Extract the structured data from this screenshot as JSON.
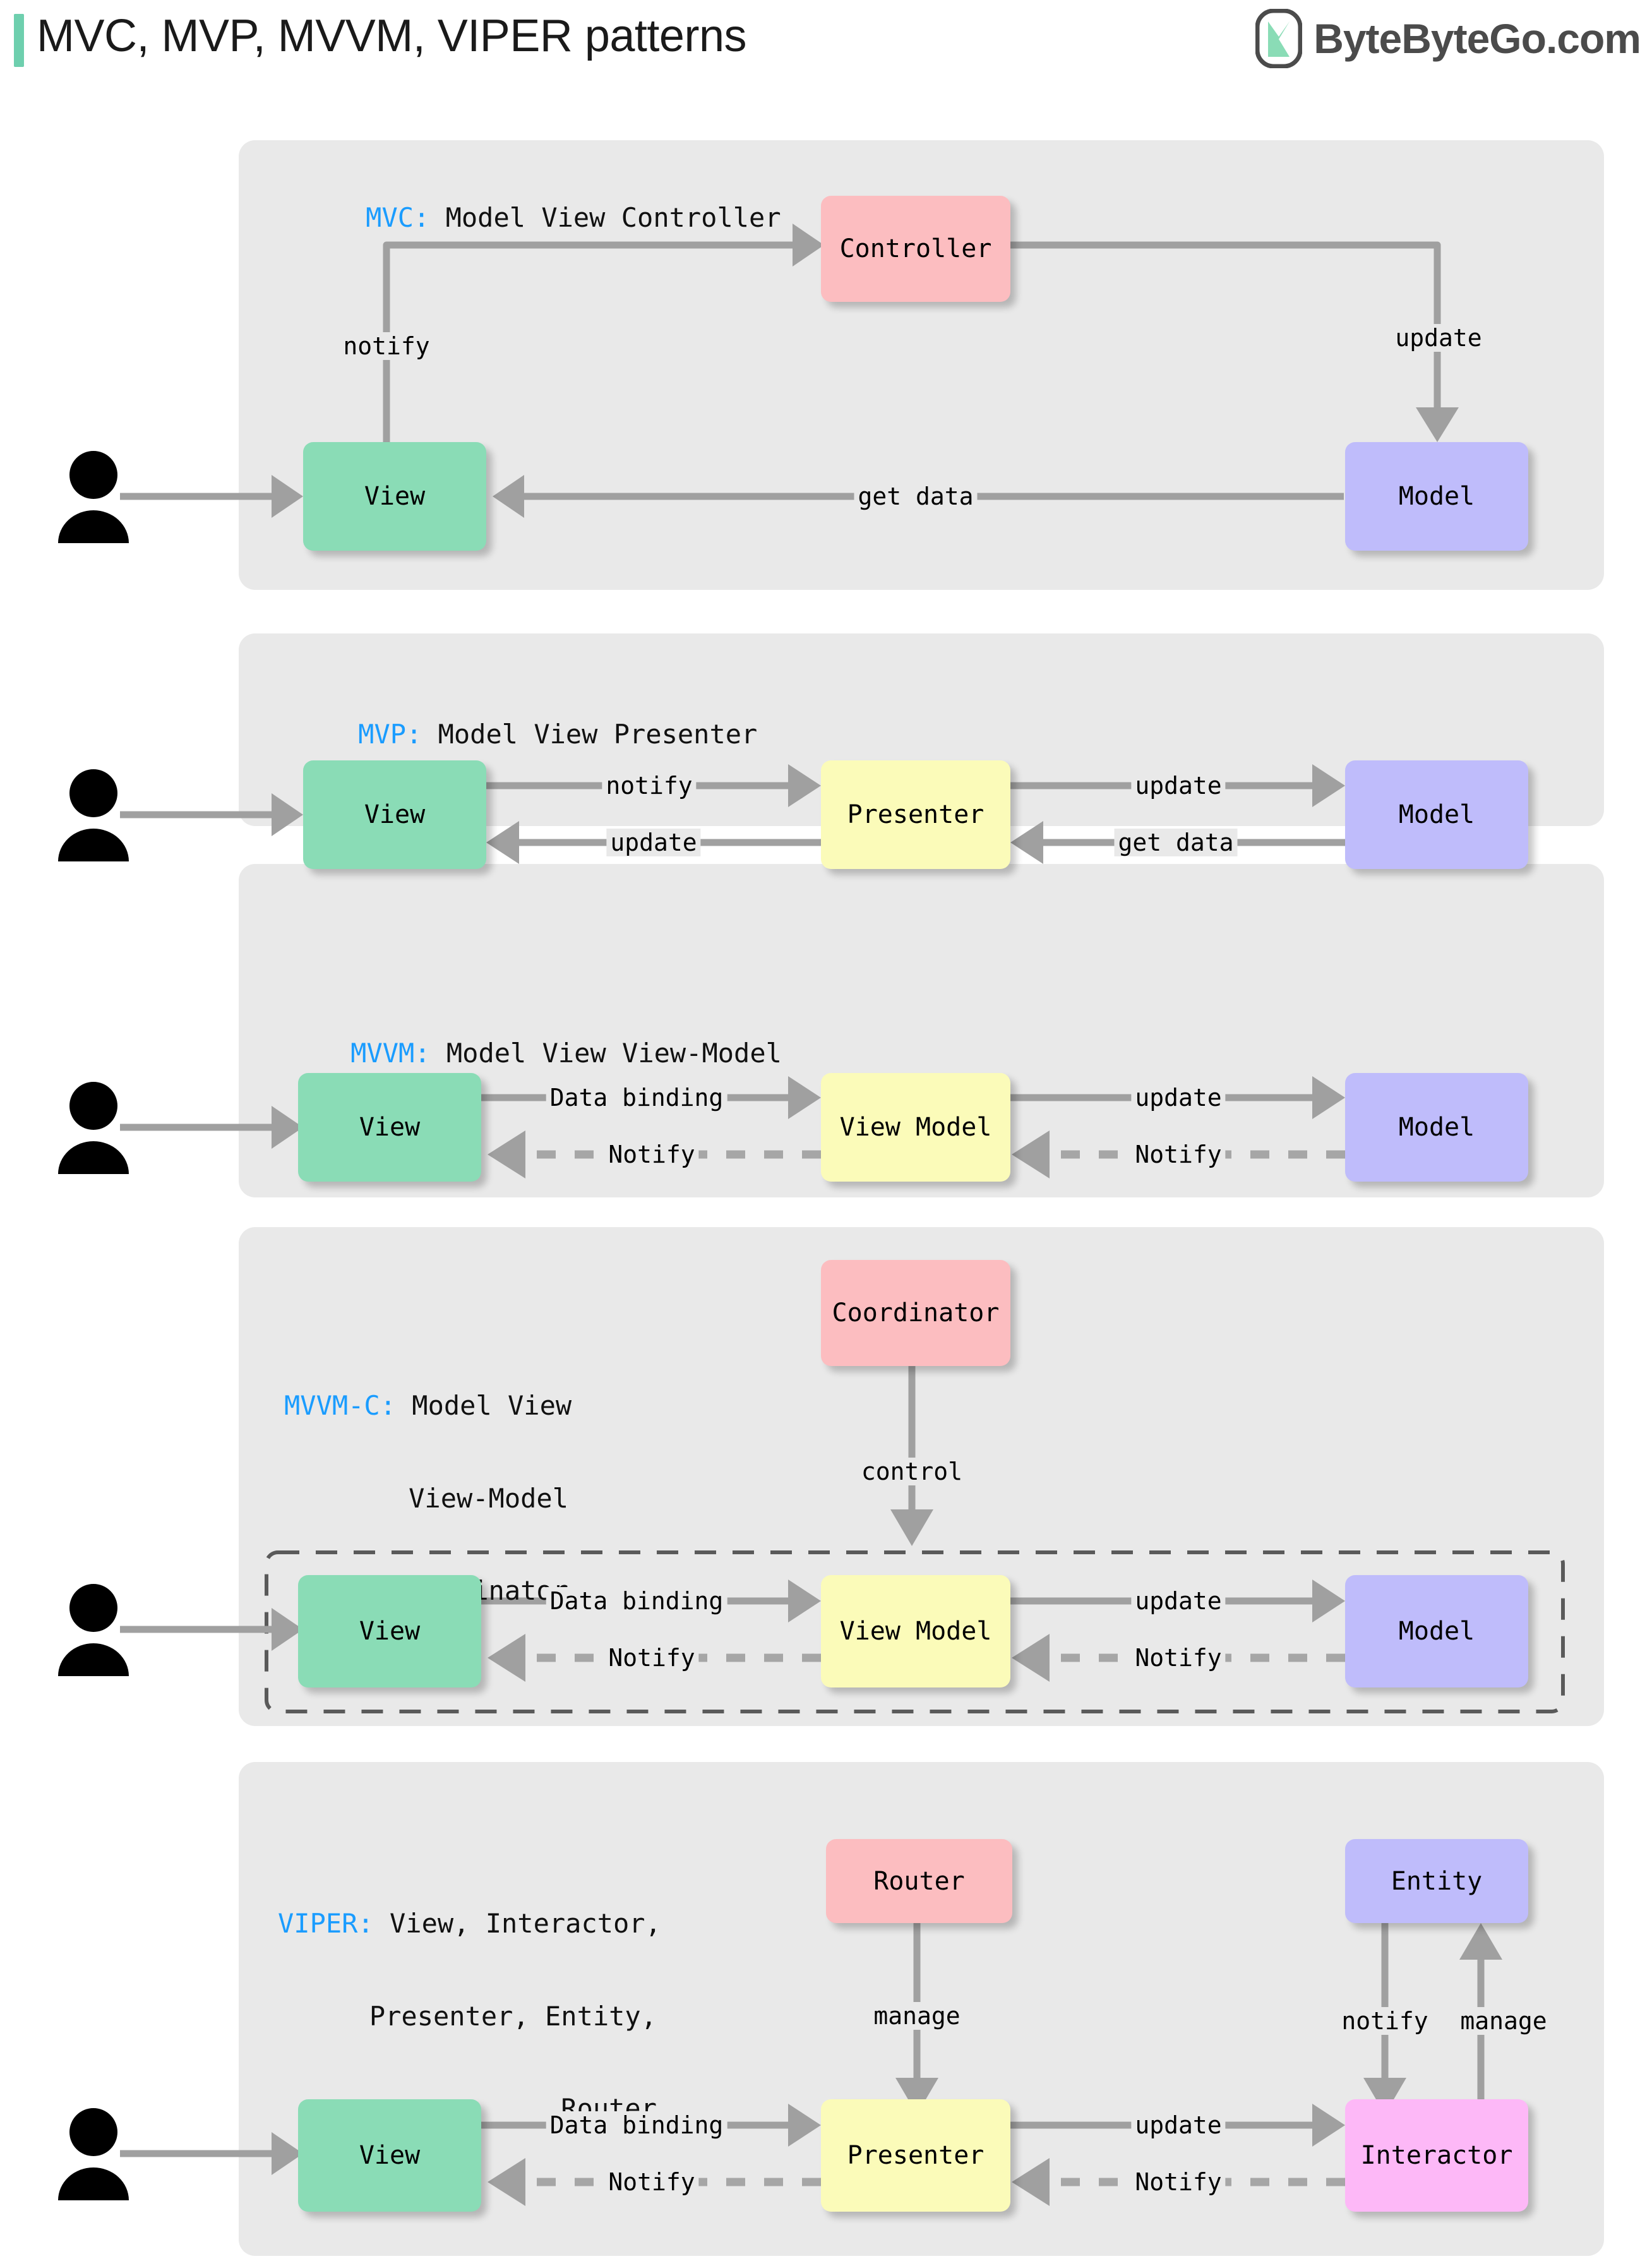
{
  "header": {
    "title": "MVC, MVP, MVVM, VIPER patterns",
    "brand": "ByteByteGo.com",
    "brand_icon": "bytebytego-logo-icon",
    "accent_color": "#6ecfae"
  },
  "palette": {
    "panel_bg": "#e9e9e9",
    "view_green": "#8adcb6",
    "model_purple": "#bfbcfb",
    "controller_pink": "#fcbdc0",
    "presenter_yellow": "#fbfbb9",
    "interactor_magenta": "#fdb8f7",
    "arrow_gray": "#a0a0a0",
    "keyword_blue": "#1a9cff",
    "text_black": "#000000"
  },
  "actor_icon": "person-icon",
  "panels": [
    {
      "id": "mvc",
      "caption_key": "MVC:",
      "caption_rest": " Model View Controller",
      "nodes": [
        {
          "name": "view",
          "label": "View"
        },
        {
          "name": "controller",
          "label": "Controller"
        },
        {
          "name": "model",
          "label": "Model"
        }
      ],
      "edges": [
        {
          "from": "view",
          "to": "controller",
          "label": "notify",
          "style": "solid"
        },
        {
          "from": "controller",
          "to": "model",
          "label": "update",
          "style": "solid"
        },
        {
          "from": "model",
          "to": "view",
          "label": "get data",
          "style": "solid"
        },
        {
          "from": "user",
          "to": "view",
          "label": "",
          "style": "solid"
        }
      ]
    },
    {
      "id": "mvp",
      "caption_key": "MVP:",
      "caption_rest": " Model View Presenter",
      "nodes": [
        {
          "name": "view",
          "label": "View"
        },
        {
          "name": "presenter",
          "label": "Presenter"
        },
        {
          "name": "model",
          "label": "Model"
        }
      ],
      "edges": [
        {
          "from": "view",
          "to": "presenter",
          "label": "notify",
          "style": "solid"
        },
        {
          "from": "presenter",
          "to": "view",
          "label": "update",
          "style": "solid"
        },
        {
          "from": "presenter",
          "to": "model",
          "label": "update",
          "style": "solid"
        },
        {
          "from": "model",
          "to": "presenter",
          "label": "get data",
          "style": "solid"
        },
        {
          "from": "user",
          "to": "view",
          "label": "",
          "style": "solid"
        }
      ]
    },
    {
      "id": "mvvm",
      "caption_key": "MVVM:",
      "caption_rest": " Model View View-Model",
      "nodes": [
        {
          "name": "view",
          "label": "View"
        },
        {
          "name": "view-model",
          "label": "View Model"
        },
        {
          "name": "model",
          "label": "Model"
        }
      ],
      "edges": [
        {
          "from": "view",
          "to": "view-model",
          "label": "Data binding",
          "style": "solid"
        },
        {
          "from": "view-model",
          "to": "view",
          "label": "Notify",
          "style": "dashed"
        },
        {
          "from": "view-model",
          "to": "model",
          "label": "update",
          "style": "solid"
        },
        {
          "from": "model",
          "to": "view-model",
          "label": "Notify",
          "style": "dashed"
        },
        {
          "from": "user",
          "to": "view",
          "label": "",
          "style": "solid"
        }
      ]
    },
    {
      "id": "mvvm-c",
      "caption_key": "MVVM-C:",
      "caption_line1": " Model View",
      "caption_line2": "View-Model",
      "caption_line3": "Coordinator",
      "group_box": "mvvm-group-dashed-box",
      "nodes": [
        {
          "name": "coordinator",
          "label": "Coordinator"
        },
        {
          "name": "view",
          "label": "View"
        },
        {
          "name": "view-model",
          "label": "View Model"
        },
        {
          "name": "model",
          "label": "Model"
        }
      ],
      "edges": [
        {
          "from": "coordinator",
          "to": "view-model",
          "label": "control",
          "style": "solid"
        },
        {
          "from": "view",
          "to": "view-model",
          "label": "Data binding",
          "style": "solid"
        },
        {
          "from": "view-model",
          "to": "view",
          "label": "Notify",
          "style": "dashed"
        },
        {
          "from": "view-model",
          "to": "model",
          "label": "update",
          "style": "solid"
        },
        {
          "from": "model",
          "to": "view-model",
          "label": "Notify",
          "style": "dashed"
        },
        {
          "from": "user",
          "to": "view",
          "label": "",
          "style": "solid"
        }
      ]
    },
    {
      "id": "viper",
      "caption_key": "VIPER:",
      "caption_line1": " View, Interactor,",
      "caption_line2": "Presenter, Entity,",
      "caption_line3": "Router",
      "nodes": [
        {
          "name": "router",
          "label": "Router"
        },
        {
          "name": "entity",
          "label": "Entity"
        },
        {
          "name": "view",
          "label": "View"
        },
        {
          "name": "presenter",
          "label": "Presenter"
        },
        {
          "name": "interactor",
          "label": "Interactor"
        }
      ],
      "edges": [
        {
          "from": "router",
          "to": "presenter",
          "label": "manage",
          "style": "solid"
        },
        {
          "from": "entity",
          "to": "interactor",
          "label": "notify",
          "style": "solid"
        },
        {
          "from": "interactor",
          "to": "entity",
          "label": "manage",
          "style": "solid"
        },
        {
          "from": "view",
          "to": "presenter",
          "label": "Data binding",
          "style": "solid"
        },
        {
          "from": "presenter",
          "to": "view",
          "label": "Notify",
          "style": "dashed"
        },
        {
          "from": "presenter",
          "to": "interactor",
          "label": "update",
          "style": "solid"
        },
        {
          "from": "interactor",
          "to": "presenter",
          "label": "Notify",
          "style": "dashed"
        },
        {
          "from": "user",
          "to": "view",
          "label": "",
          "style": "solid"
        }
      ]
    }
  ]
}
